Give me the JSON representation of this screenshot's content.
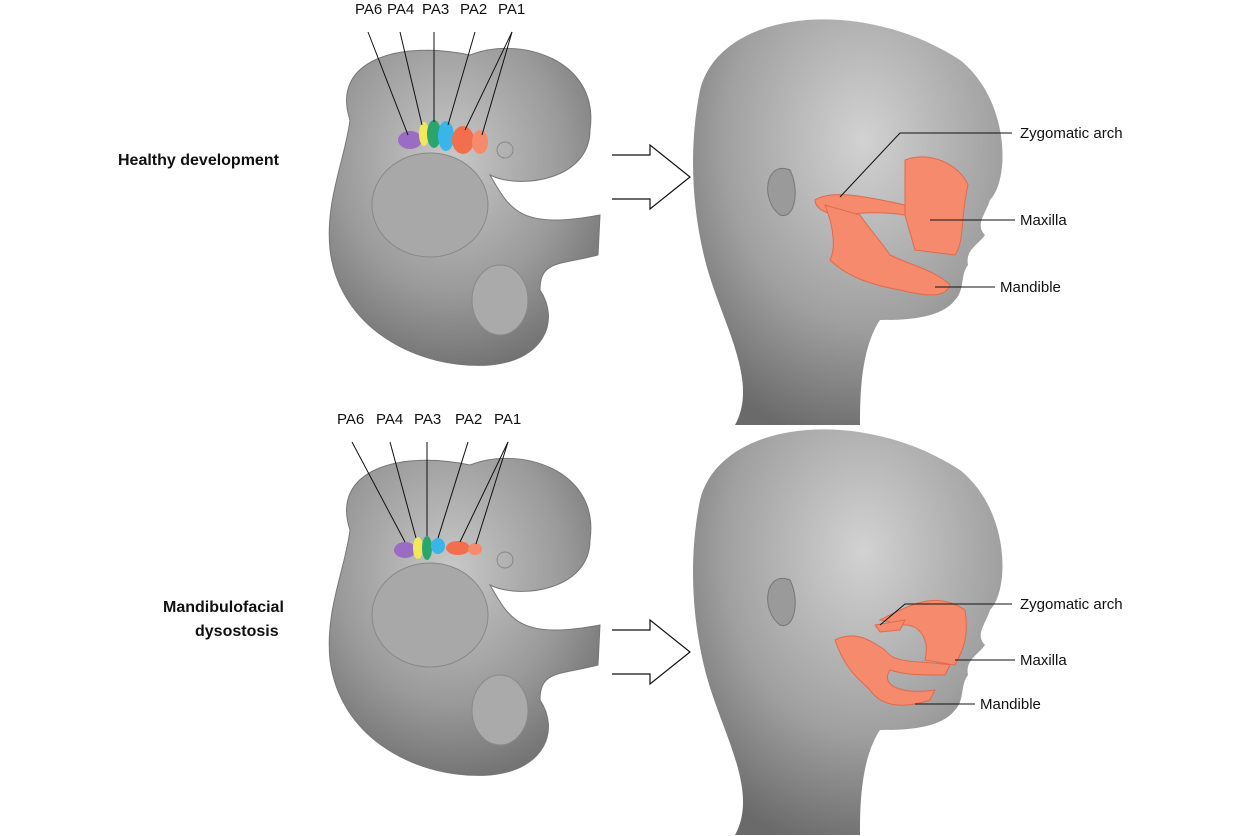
{
  "panels": [
    {
      "condition": [
        "Healthy development"
      ],
      "arch_labels": [
        "PA6",
        "PA4",
        "PA3",
        "PA2",
        "PA1"
      ],
      "face_labels": [
        "Zygomatic arch",
        "Maxilla",
        "Mandible"
      ]
    },
    {
      "condition": [
        "Mandibulofacial",
        "dysostosis"
      ],
      "arch_labels": [
        "PA6",
        "PA4",
        "PA3",
        "PA2",
        "PA1"
      ],
      "face_labels": [
        "Zygomatic arch",
        "Maxilla",
        "Mandible"
      ]
    }
  ],
  "colors": {
    "skin": "#8d8d8d",
    "bone": "#f58a6c",
    "pa6": "#9b6cc4",
    "pa4": "#f2e85a",
    "pa3": "#2aa56e",
    "pa2": "#3ab5ea",
    "pa1": "#f26f4e"
  }
}
